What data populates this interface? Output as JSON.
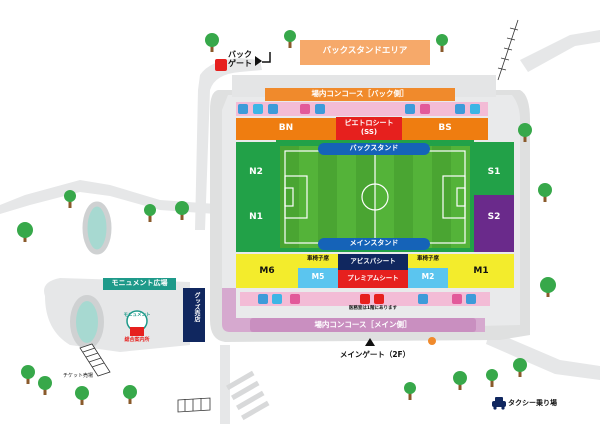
{
  "labels": {
    "back_gate": "バック\nゲート",
    "back_stand_area": "バックスタンドエリア",
    "concourse_back": "場内コンコース［バック側］",
    "pietro_seat": "ピエトロシート\n(SS)",
    "bn": "BN",
    "bs": "BS",
    "back_stand": "バックスタンド",
    "n1": "N1",
    "n2": "N2",
    "s1": "S1",
    "s2": "S2",
    "main_stand": "メインスタンド",
    "m6": "M6",
    "m5": "M5",
    "m2": "M2",
    "m1": "M1",
    "wheelchair_left": "車椅子席",
    "wheelchair_right": "車椅子席",
    "avispa_seat": "アビスパシート",
    "premium_seat": "プレミアムシート",
    "medical_office": "医務室は1階にあります",
    "concourse_main": "場内コンコース［メイン側］",
    "main_gate": "メインゲート（2F）",
    "monument_plaza": "モニュメント広場",
    "monument": "モニュメント",
    "info_center": "総合案内所",
    "goods_shop": "グッズ売店",
    "ticket_office": "チケット売場",
    "taxi_stand": "タクシー乗り場"
  },
  "colors": {
    "back_stand_area": "#f6a96a",
    "concourse_back": "#f08a2c",
    "orange_stand": "#ef7d10",
    "green_stand": "#22a148",
    "purple_stand": "#6a2a8b",
    "yellow_stand": "#f3ec2c",
    "light_blue": "#5bc5ef",
    "navy": "#10275f",
    "red": "#e6201e",
    "pitch": "#54b339",
    "concourse_main": "#d6a9cf",
    "stadium_gray": "#dfe0e0",
    "teal": "#1e9a8a"
  }
}
